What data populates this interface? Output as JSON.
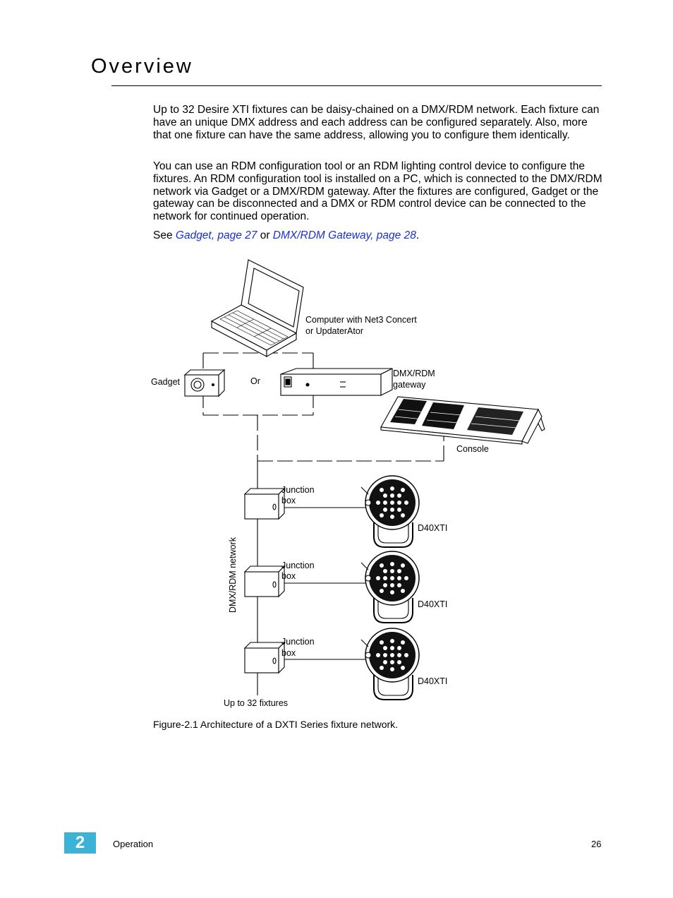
{
  "page": {
    "title": "Overview",
    "paragraphs": [
      "Up to 32 Desire XTI fixtures can be daisy-chained on a DMX/RDM network. Each fixture can have an unique DMX address and each address can be configured separately. Also, more that one fixture can have the same address, allowing you to configure them identically.",
      "You can use an RDM configuration tool or an RDM lighting control device to configure the fixtures. An RDM configuration tool is installed on a PC, which is connected to the DMX/RDM network via Gadget or a DMX/RDM gateway. After the fixtures are configured, Gadget or the gateway can be disconnected and a DMX or RDM control device can be connected to the network for continued operation."
    ],
    "see": {
      "prefix": "See ",
      "link1": "Gadget, page 27",
      "middle": " or ",
      "link2": "DMX/RDM Gateway, page 28",
      "suffix": "."
    }
  },
  "figure": {
    "computer_label_line1": "Computer with Net3 Concert",
    "computer_label_line2": "or UpdaterAtor",
    "gadget_label": "Gadget",
    "or_label": "Or",
    "gateway_label_line1": "DMX/RDM",
    "gateway_label_line2": "gateway",
    "console_label": "Console",
    "network_label": "DMX/RDM network",
    "junction_line1": "Junction",
    "junction_line2": "box",
    "fixture_label": "D40XTI",
    "bottom_label": "Up to 32 fixtures",
    "caption": "Figure-2.1 Architecture of a DXTI Series fixture network."
  },
  "footer": {
    "chapter_number": "2",
    "section": "Operation",
    "page_number": "26"
  }
}
